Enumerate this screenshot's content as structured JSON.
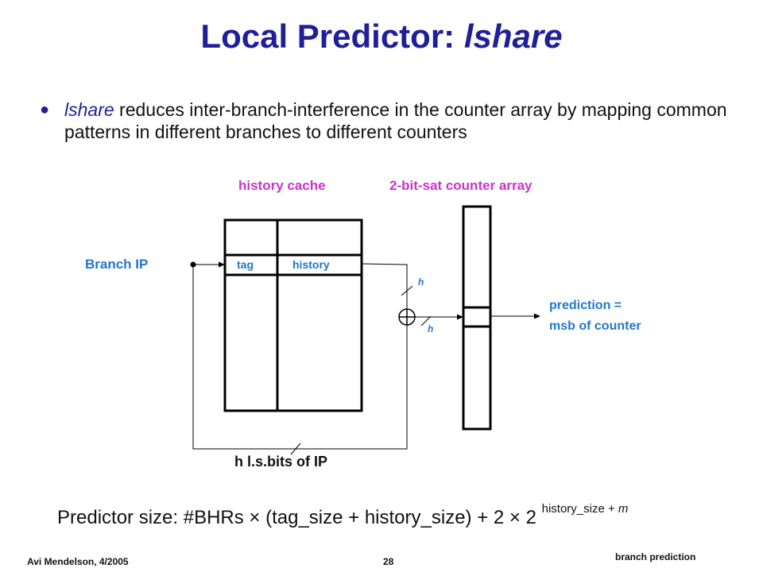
{
  "title": {
    "main": "Local Predictor: ",
    "italic": "lshare"
  },
  "bullet": {
    "italic": "lshare",
    "text": " reduces inter-branch-interference in the counter array by mapping common patterns in different branches to different counters"
  },
  "diagram": {
    "history_cache_label": "history cache",
    "counter_array_label": "2-bit-sat counter array",
    "branch_ip_label": "Branch IP",
    "tag_label": "tag",
    "history_label": "history",
    "h_label_top": "h",
    "h_label_bottom": "h",
    "xor_symbol": "⊕",
    "prediction_line1": "prediction =",
    "prediction_line2": "msb of counter",
    "lsbits_label": "h  l.s.bits of IP"
  },
  "formula": {
    "main": "Predictor size: #BHRs × (tag_size + history_size) + 2 × 2 ",
    "sup": "history_size + ",
    "sup_m": "m"
  },
  "footer": {
    "author": "Avi Mendelson, 4/2005",
    "page": "28",
    "topic": "branch prediction"
  }
}
